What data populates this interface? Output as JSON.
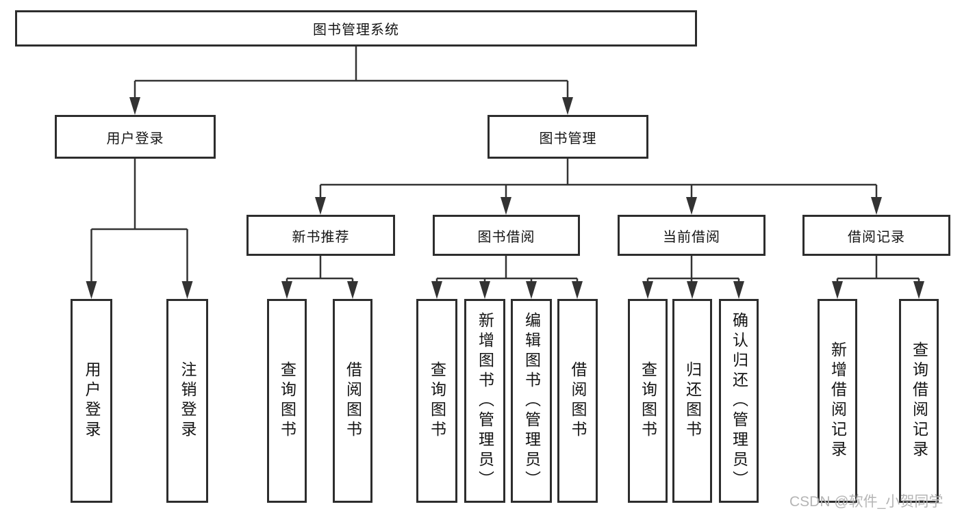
{
  "tree": {
    "label": "图书管理系统",
    "children": [
      {
        "label": "用户登录",
        "children": [
          {
            "label": "用户登录"
          },
          {
            "label": "注销登录"
          }
        ]
      },
      {
        "label": "图书管理",
        "children": [
          {
            "label": "新书推荐",
            "children": [
              {
                "label": "查询图书"
              },
              {
                "label": "借阅图书"
              }
            ]
          },
          {
            "label": "图书借阅",
            "children": [
              {
                "label": "查询图书"
              },
              {
                "label": "新增图书（管理员）"
              },
              {
                "label": "编辑图书（管理员）"
              },
              {
                "label": "借阅图书"
              }
            ]
          },
          {
            "label": "当前借阅",
            "children": [
              {
                "label": "查询图书"
              },
              {
                "label": "归还图书"
              },
              {
                "label": "确认归还（管理员）"
              }
            ]
          },
          {
            "label": "借阅记录",
            "children": [
              {
                "label": "新增借阅记录"
              },
              {
                "label": "查询借阅记录"
              }
            ]
          }
        ]
      }
    ]
  },
  "watermark": {
    "text": "CSDN @软件_小贺同学"
  },
  "colors": {
    "line": "#333333",
    "box_border": "#2d2d2d",
    "text": "#141414",
    "watermark": "#b5b5b5",
    "background": "#ffffff"
  }
}
